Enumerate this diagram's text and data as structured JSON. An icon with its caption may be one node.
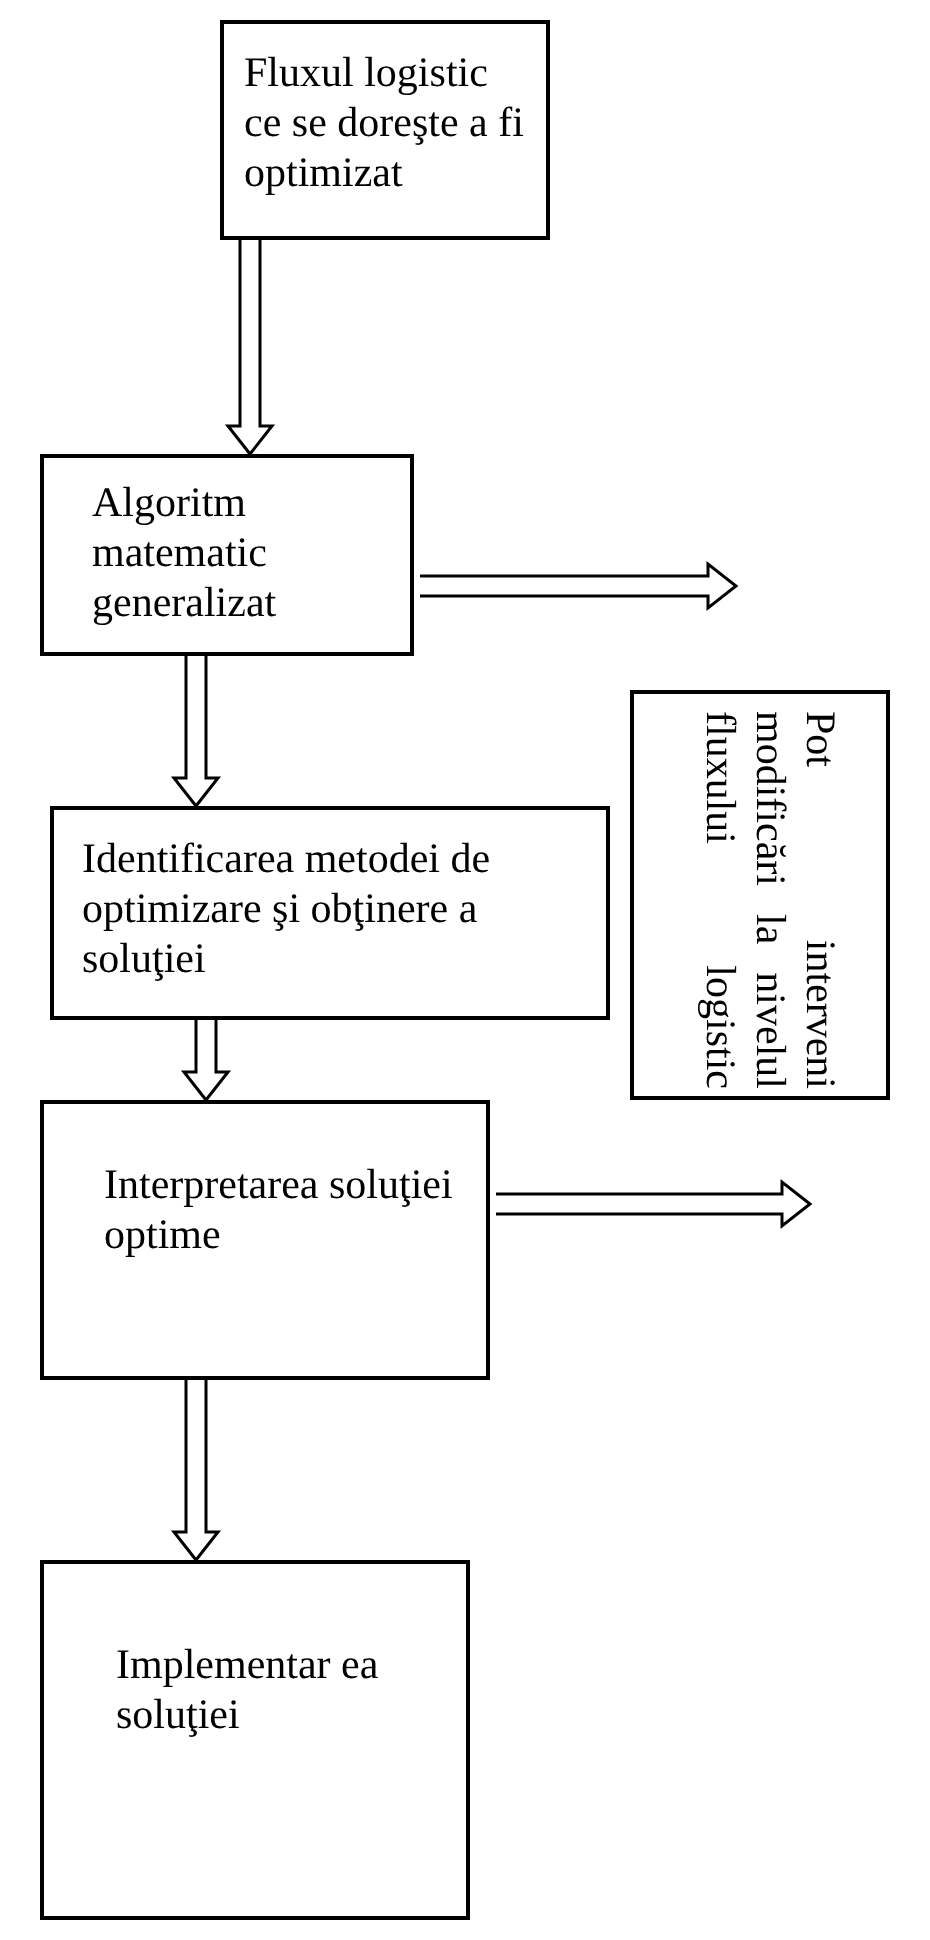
{
  "diagram": {
    "nodes": [
      {
        "text": [
          "Fluxul logistic ce se doreşte a fi optimizat"
        ]
      },
      {
        "text": [
          "Algoritm matematic generalizat"
        ]
      },
      {
        "text": [
          "Identificarea metodei de optimizare şi obţinere a soluţiei"
        ]
      },
      {
        "text": [
          "Interpretarea soluţiei optime"
        ]
      },
      {
        "text": [
          "Implementar ea soluţiei"
        ]
      },
      {
        "text": [
          "Pot interveni modificări la nivelul fluxului logistic"
        ]
      }
    ],
    "edges": [
      {
        "from": 0,
        "to": 1,
        "arrow": "to"
      },
      {
        "from": 1,
        "to": null,
        "arrow": "to"
      },
      {
        "from": 1,
        "to": 2,
        "arrow": "to"
      },
      {
        "from": 2,
        "to": 3,
        "arrow": "to"
      },
      {
        "from": 3,
        "to": null,
        "arrow": "to"
      },
      {
        "from": 3,
        "to": 4,
        "arrow": "to"
      }
    ]
  }
}
